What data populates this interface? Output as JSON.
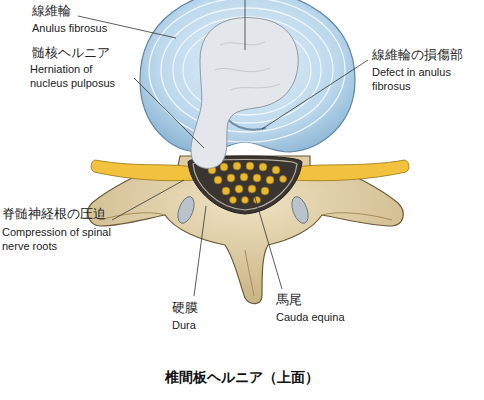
{
  "diagram": {
    "caption": "椎間板ヘルニア（上面）",
    "labels": [
      "線維輪",
      "Anulus fibrosus",
      "髄核ヘルニア",
      "Herniation of nucleus pulposus",
      "線維輪の損傷部",
      "Defect in anulus fibrosus",
      "脊髄神経根の圧迫",
      "Compression of spinal nerve roots",
      "硬膜",
      "Dura",
      "馬尾",
      "Cauda equina"
    ]
  }
}
